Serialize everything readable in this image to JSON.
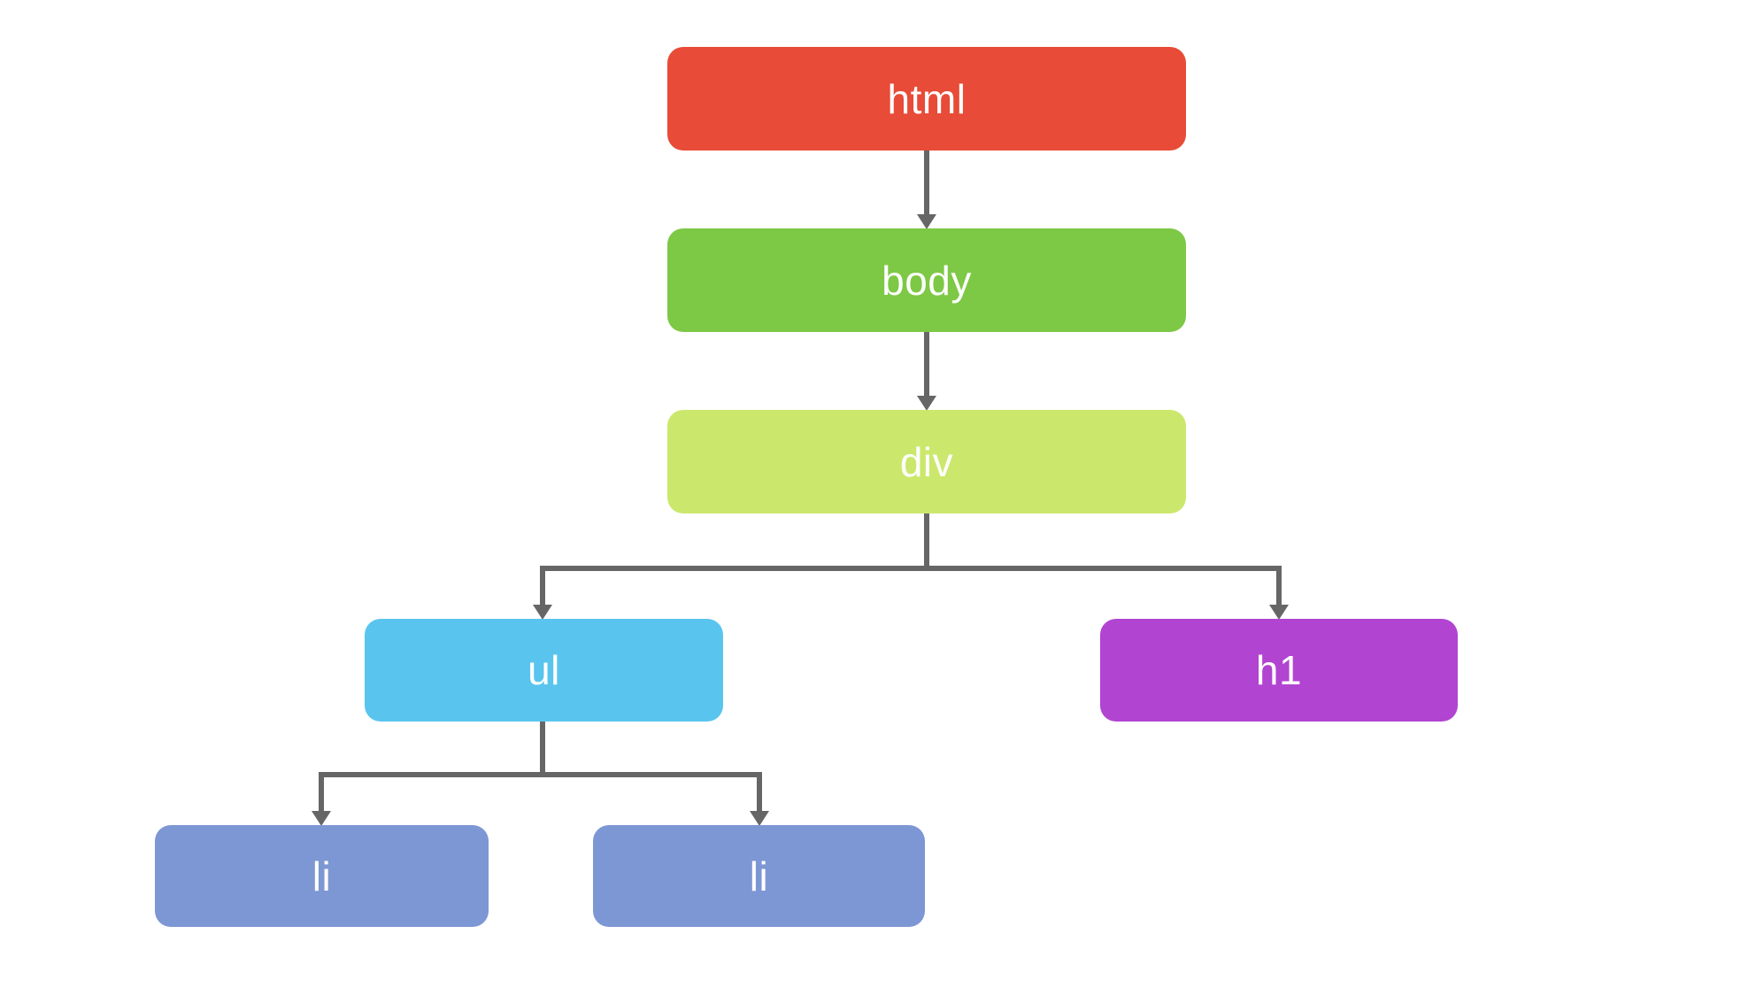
{
  "page": {
    "background": "#ffffff"
  },
  "diagram": {
    "type": "dom-tree",
    "connector_color": "#666666",
    "text_color": "#ffffff",
    "nodes": {
      "html": {
        "label": "html",
        "color": "#e84b37"
      },
      "body": {
        "label": "body",
        "color": "#7dc845"
      },
      "div": {
        "label": "div",
        "color": "#cbe86d"
      },
      "ul": {
        "label": "ul",
        "color": "#59c5ee"
      },
      "h1": {
        "label": "h1",
        "color": "#b144d1"
      },
      "li1": {
        "label": "li",
        "color": "#7d96d4"
      },
      "li2": {
        "label": "li",
        "color": "#7d96d4"
      }
    },
    "edges": [
      {
        "from": "html",
        "to": "body"
      },
      {
        "from": "body",
        "to": "div"
      },
      {
        "from": "div",
        "to": "ul"
      },
      {
        "from": "div",
        "to": "h1"
      },
      {
        "from": "ul",
        "to": "li1"
      },
      {
        "from": "ul",
        "to": "li2"
      }
    ]
  }
}
